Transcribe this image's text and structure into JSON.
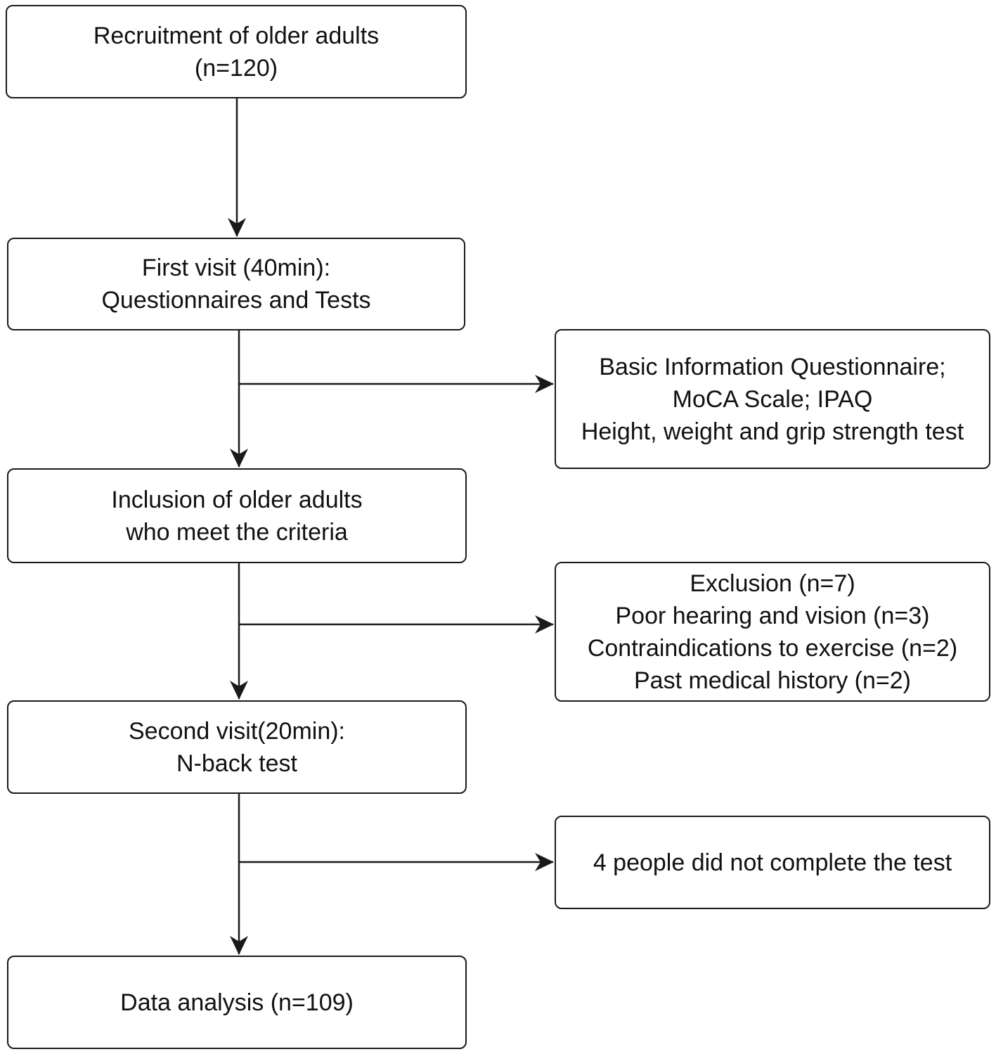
{
  "nodes": {
    "recruitment": {
      "line1": "Recruitment of older adults",
      "line2": "(n=120)"
    },
    "first_visit": {
      "line1": "First visit (40min):",
      "line2": "Questionnaires and Tests"
    },
    "first_visit_detail": {
      "line1": "Basic Information Questionnaire;",
      "line2": "MoCA Scale; IPAQ",
      "line3": "Height, weight and grip strength test"
    },
    "inclusion": {
      "line1": "Inclusion of older adults",
      "line2": "who meet the criteria"
    },
    "exclusion": {
      "line1": "Exclusion (n=7)",
      "line2": "Poor hearing and vision (n=3)",
      "line3": "Contraindications to exercise (n=2)",
      "line4": "Past medical history (n=2)"
    },
    "second_visit": {
      "line1": "Second visit(20min):",
      "line2": "N-back test"
    },
    "incomplete": {
      "line1": "4 people did not complete the test"
    },
    "analysis": {
      "line1": "Data analysis (n=109)"
    }
  },
  "colors": {
    "stroke": "#1a1a1a",
    "text": "#111111",
    "background": "#ffffff"
  }
}
